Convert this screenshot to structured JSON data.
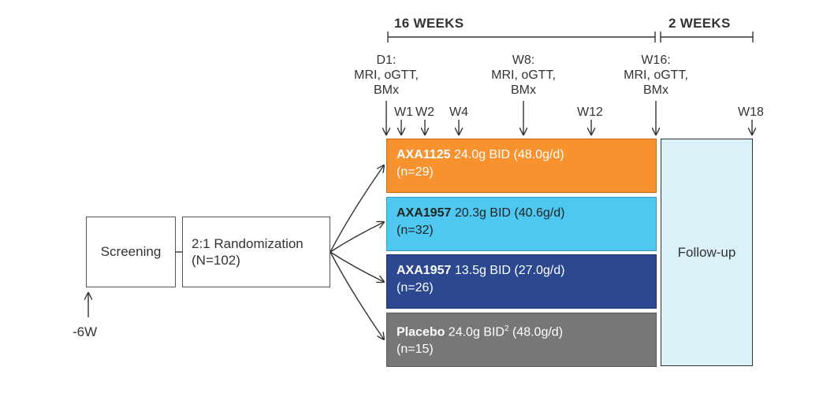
{
  "periods": {
    "treatment": "16 WEEKS",
    "followup": "2 WEEKS"
  },
  "timepoints": {
    "d1": [
      "D1:",
      "MRI, oGTT,",
      "BMx"
    ],
    "w8": [
      "W8:",
      "MRI, oGTT,",
      "BMx"
    ],
    "w16": [
      "W16:",
      "MRI, oGTT,",
      "BMx"
    ]
  },
  "weeks": {
    "w1": "W1",
    "w2": "W2",
    "w4": "W4",
    "w12": "W12",
    "w18": "W18"
  },
  "screening": "Screening",
  "randomization": {
    "label": "2:1 Randomization",
    "n": "(N=102)"
  },
  "arms": [
    {
      "drug": "AXA1125",
      "dose": " 24.0g BID (48.0g/d)",
      "sup": "",
      "dose_after": "",
      "n": "(n=29)",
      "color": "#f7922f"
    },
    {
      "drug": "AXA1957",
      "dose": " 20.3g BID (40.6g/d)",
      "sup": "",
      "dose_after": "",
      "n": "(n=32)",
      "color": "#4ec8f0"
    },
    {
      "drug": "AXA1957",
      "dose": " 13.5g BID (27.0g/d)",
      "sup": "",
      "dose_after": "",
      "n": "(n=26)",
      "color": "#2b4891"
    },
    {
      "drug": "Placebo",
      "dose": " 24.0g BID",
      "sup": "2",
      "dose_after": " (48.0g/d)",
      "n": "(n=15)",
      "color": "#777777"
    }
  ],
  "followup": "Follow-up",
  "screening_start": "-6W"
}
